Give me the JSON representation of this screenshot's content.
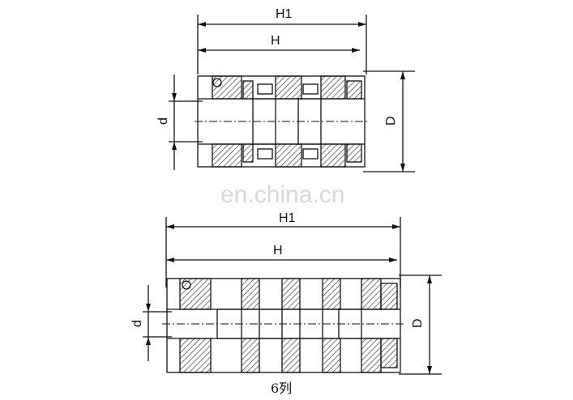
{
  "watermark": "en.china.cn",
  "top_drawing": {
    "labels": {
      "h1": "H1",
      "h": "H",
      "d_small": "d",
      "d_large": "D"
    }
  },
  "bottom_drawing": {
    "labels": {
      "h1": "H1",
      "h": "H",
      "d_small": "d",
      "d_large": "D"
    },
    "caption": "6列"
  },
  "colors": {
    "line": "#111111",
    "hatch": "#222222",
    "watermark": "#d8d8d8"
  }
}
